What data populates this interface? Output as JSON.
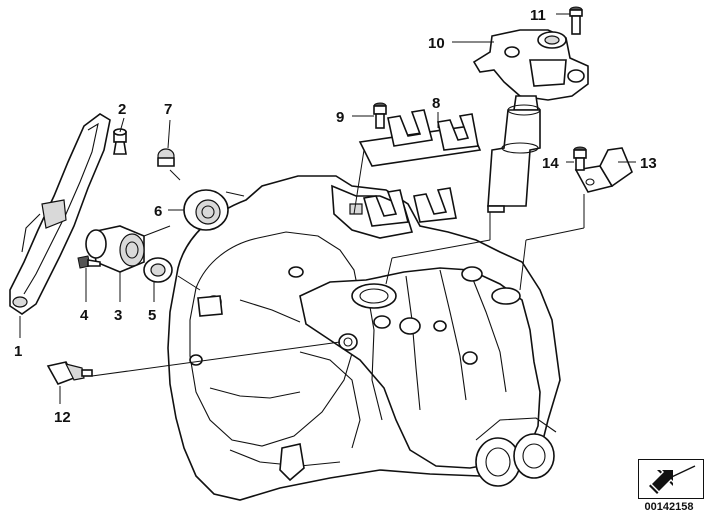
{
  "diagram": {
    "labels": {
      "l1": "1",
      "l2": "2",
      "l3": "3",
      "l4": "4",
      "l5": "5",
      "l6": "6",
      "l7": "7",
      "l8": "8",
      "l9": "9",
      "l10": "10",
      "l11": "11",
      "l12": "12",
      "l13": "13",
      "l14": "14"
    },
    "diagram_id": "00142158",
    "nav_icon": "arrow-icon"
  }
}
